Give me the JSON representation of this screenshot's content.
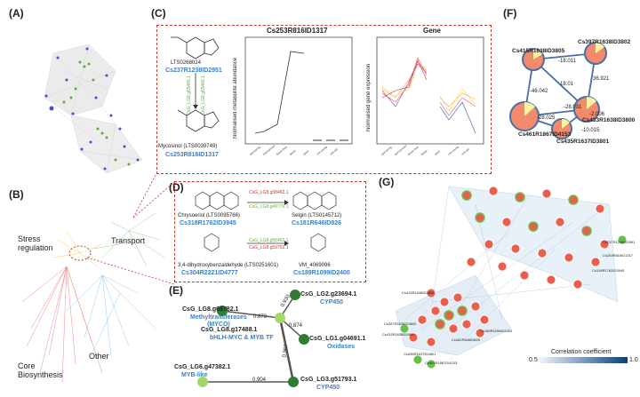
{
  "panels": {
    "A": "(A)",
    "B": "(B)",
    "C": "(C)",
    "D": "(D)",
    "E": "(E)",
    "F": "(F)",
    "G": "(G)"
  },
  "panelB": {
    "stress": "Stress\nregulation",
    "transport": "Transport",
    "core": "Core\nBiosynthesis",
    "other": "Other"
  },
  "panelC": {
    "top_compound": "LTS0268024",
    "top_id": "Cs237R1238ID2951",
    "enzyme1": "CsG_LG8.g55465.1",
    "enzyme2": "CsG_LG8.g55466.1",
    "bottom_compound": "Mycosinol (LTS0039749)",
    "bottom_id": "Cs253R816ID1317",
    "chart1_title": "Cs253R816ID1317",
    "chart1_ylabel": "Normalised metabolite abundance",
    "chart2_title": "Gene",
    "chart2_ylabel": "Normalised gene expression"
  },
  "panelD": {
    "c1_name": "Chrysoeriol (LTS0095766)",
    "c1_id": "Cs318R1762ID3945",
    "c2_name": "Selgin (LTS0145712)",
    "c2_id": "Cs181R646ID826",
    "c3_name": "3,4-dihydroxybenzaldehyde (LTS0251601)",
    "c3_id": "Cs304R2221ID4777",
    "c4_name": "VM_4069096",
    "c4_id": "Cs189R1099ID2400",
    "e1": "CsG_LG8.g58462.1",
    "e2": "CsG_LG8.g49776.1",
    "e3": "CsG_LG8.g58462.1",
    "e4": "CsG_LG8.g59752.1"
  },
  "panelE": {
    "n1_name": "CsG_LG8.g68782.1",
    "n1_fn": "Methyltransferases\n(MYCO)",
    "n2_name": "CsG_LG2.g23694.1",
    "n2_fn": "CYP450",
    "n3_name": "CsG_LG8.g17488.1",
    "n3_fn": "bHLH-MYC & MYB TF",
    "n4_name": "CsG_LG1.g04691.1",
    "n4_fn": "Oxidases",
    "n5_name": "CsG_LG6.g47382.1",
    "n5_fn": "MYB-like",
    "n6_name": "CsG_LG3.g51793.1",
    "n6_fn": "CYP450",
    "w1": "0.873",
    "w2": "0.930",
    "w3": "0.874",
    "w4": "0.967",
    "w5": "0.904"
  },
  "panelF": {
    "n1": "Cs415R1638ID3805",
    "n2": "Cs397R1638ID3802",
    "n3": "Cs461R1867ID4153",
    "n4": "Cs433R1638ID3800",
    "n5": "Cs435R1637ID3801",
    "w1": "-18.011",
    "w2": "36.921",
    "w3": "-46.042",
    "w4": "18.01",
    "w5": "-28.031",
    "w6": "-28.025",
    "w7": "-2.006",
    "w8": "-10.015"
  },
  "panelG": {
    "legend_title": "Correlation coefficient",
    "legend_min": "0.5",
    "legend_max": "1.0",
    "labels": [
      "Cs237R1238ID2951",
      "Cs253R816ID1317",
      "Cs318R1762ID3945",
      "Cs415R1638ID3805",
      "Cs397R1638ID3802",
      "Cs189R1099ID2400",
      "Cs181R646ID826",
      "Cs433R1638ID3800",
      "Cs461R1867ID4153",
      "Cs435R1637ID3801"
    ]
  },
  "colors": {
    "red": "#c0392b",
    "blue": "#3c7fc6",
    "green": "#64b03c",
    "node_red": "#e8604c",
    "node_green": "#6abf4b",
    "dark_green": "#2e7d32",
    "light_green": "#a5d66a"
  }
}
